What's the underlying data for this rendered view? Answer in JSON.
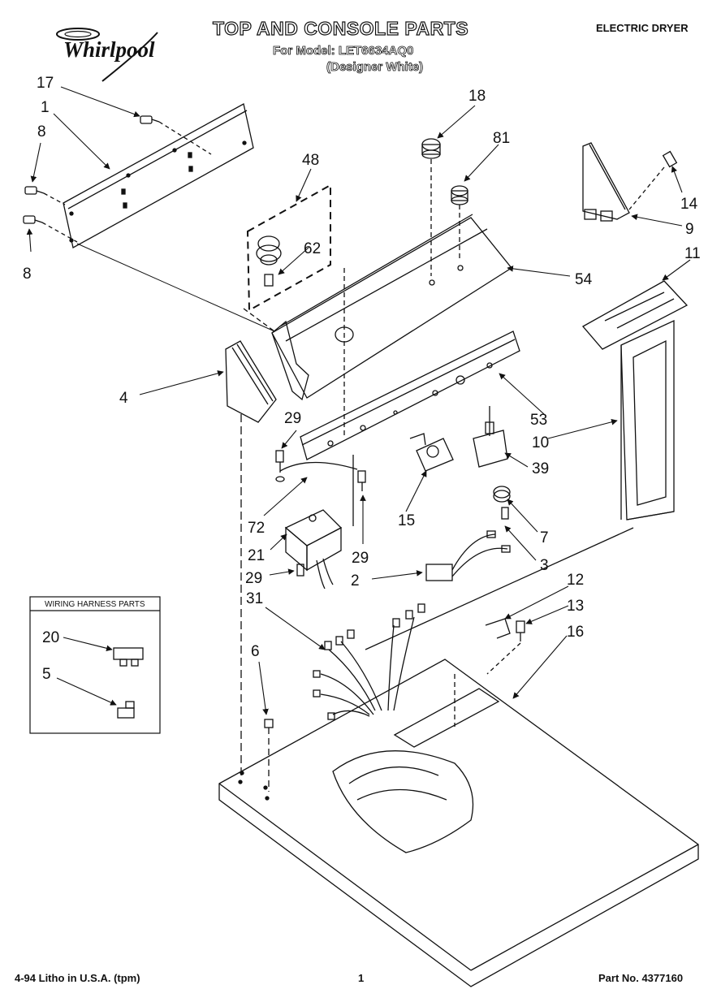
{
  "header": {
    "brand": "Whirlpool",
    "title": "TOP AND CONSOLE PARTS",
    "model_line": "For Model: LET6634AQ0",
    "color_line": "(Designer White)",
    "product_type": "ELECTRIC DRYER"
  },
  "callouts": {
    "c17": "17",
    "c1": "1",
    "c8a": "8",
    "c8b": "8",
    "c48": "48",
    "c62": "62",
    "c18": "18",
    "c81": "81",
    "c14": "14",
    "c9": "9",
    "c11": "11",
    "c54": "54",
    "c4": "4",
    "c29a": "29",
    "c53": "53",
    "c10": "10",
    "c39": "39",
    "c72": "72",
    "c15": "15",
    "c7": "7",
    "c21": "21",
    "c29b": "29",
    "c3": "3",
    "c29c": "29",
    "c2": "2",
    "c12": "12",
    "c31": "31",
    "c13": "13",
    "c16": "16",
    "c6": "6",
    "c20": "20",
    "c5": "5"
  },
  "wiring_box": {
    "title": "WIRING HARNESS PARTS"
  },
  "footer": {
    "left": "4-94 Litho in U.S.A. (tpm)",
    "page": "1",
    "part_no": "Part No. 4377160"
  }
}
